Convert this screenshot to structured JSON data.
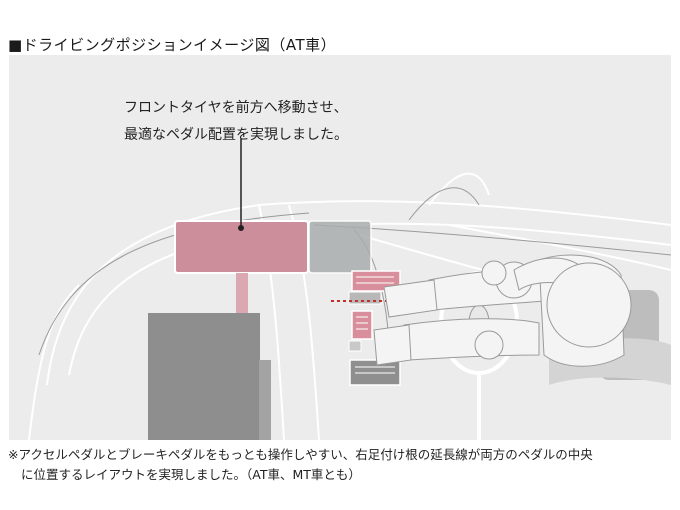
{
  "title": "■ドライビングポジションイメージ図（AT車）",
  "callout": {
    "line1": "フロントタイヤを前方へ移動させ、",
    "line2": "最適なペダル配置を実現しました。"
  },
  "note": {
    "line1": "※アクセルペダルとブレーキペダルをもっとも操作しやすい、右足付け根の延長線が両方のペダルの中央",
    "line2": "に位置するレイアウトを実現しました。（AT車、MT車とも）"
  },
  "colors": {
    "panel_bg": "#ececec",
    "highlight_pink": "#cc8e9a",
    "highlight_gray": "#a9adad",
    "guide_red": "#c0302c",
    "dark_block": "#8e8e8e"
  }
}
